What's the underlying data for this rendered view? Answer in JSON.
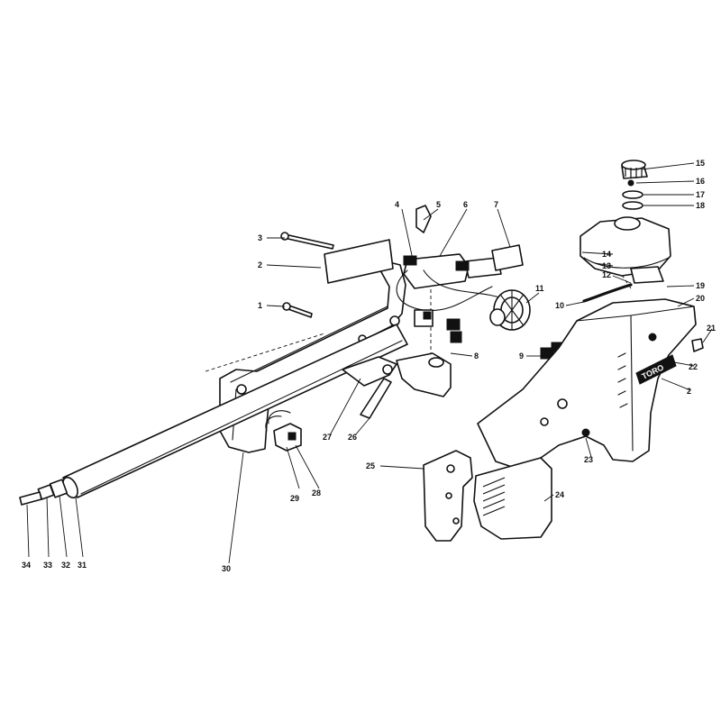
{
  "diagram": {
    "brand_logo": "TORO",
    "callouts": [
      {
        "id": "c1",
        "label": "1"
      },
      {
        "id": "c2a",
        "label": "2"
      },
      {
        "id": "c2b",
        "label": "2"
      },
      {
        "id": "c3",
        "label": "3"
      },
      {
        "id": "c4",
        "label": "4"
      },
      {
        "id": "c5",
        "label": "5"
      },
      {
        "id": "c6",
        "label": "6"
      },
      {
        "id": "c7",
        "label": "7"
      },
      {
        "id": "c8",
        "label": "8"
      },
      {
        "id": "c9",
        "label": "9"
      },
      {
        "id": "c10",
        "label": "10"
      },
      {
        "id": "c11",
        "label": "11"
      },
      {
        "id": "c12",
        "label": "12"
      },
      {
        "id": "c13",
        "label": "13"
      },
      {
        "id": "c14",
        "label": "14"
      },
      {
        "id": "c15",
        "label": "15"
      },
      {
        "id": "c16",
        "label": "16"
      },
      {
        "id": "c17",
        "label": "17"
      },
      {
        "id": "c18",
        "label": "18"
      },
      {
        "id": "c19",
        "label": "19"
      },
      {
        "id": "c20",
        "label": "20"
      },
      {
        "id": "c21",
        "label": "21"
      },
      {
        "id": "c22",
        "label": "22"
      },
      {
        "id": "c23",
        "label": "23"
      },
      {
        "id": "c24",
        "label": "24"
      },
      {
        "id": "c25",
        "label": "25"
      },
      {
        "id": "c26",
        "label": "26"
      },
      {
        "id": "c27",
        "label": "27"
      },
      {
        "id": "c28",
        "label": "28"
      },
      {
        "id": "c29",
        "label": "29"
      },
      {
        "id": "c30",
        "label": "30"
      },
      {
        "id": "c31",
        "label": "31"
      },
      {
        "id": "c32",
        "label": "32"
      },
      {
        "id": "c33",
        "label": "33"
      },
      {
        "id": "c34",
        "label": "34"
      }
    ]
  }
}
